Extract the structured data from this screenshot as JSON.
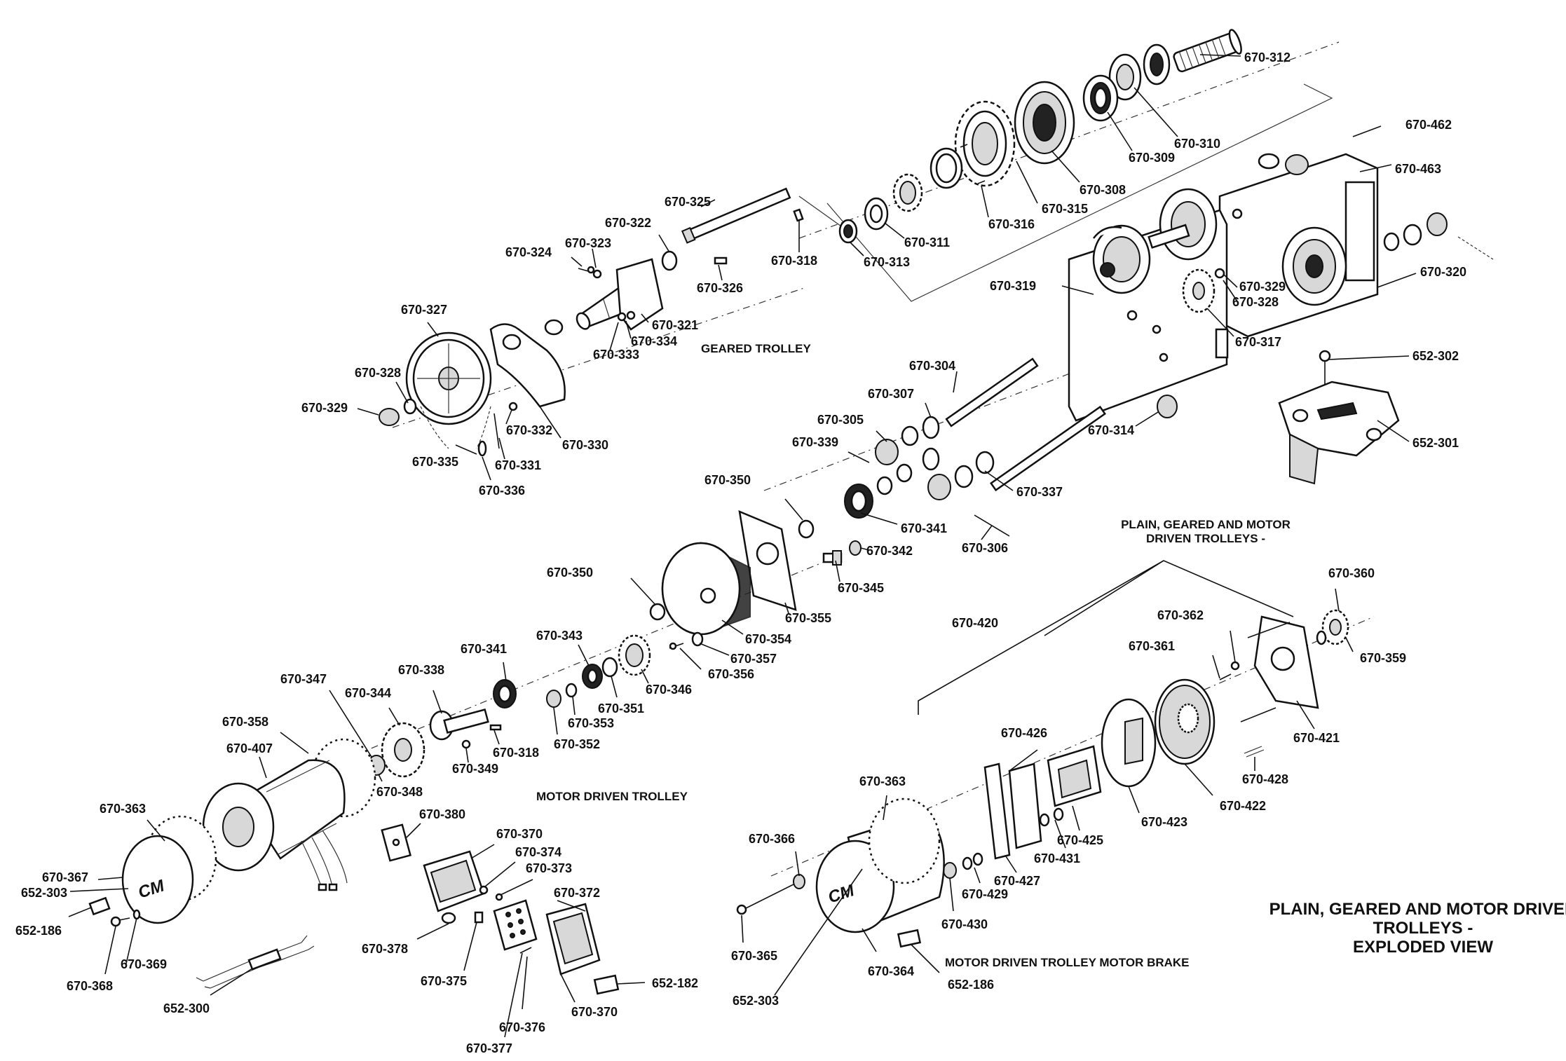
{
  "captions": {
    "geared_trolley": "GEARED TROLLEY",
    "motor_driven_trolley": "MOTOR DRIVEN TROLLEY",
    "motor_brake": "MOTOR DRIVEN TROLLEY  MOTOR BRAKE",
    "plain_geared_motor_l1": "PLAIN, GEARED AND MOTOR",
    "plain_geared_motor_l2": "DRIVEN TROLLEYS -",
    "title_l1": "PLAIN, GEARED AND MOTOR DRIVEN",
    "title_l2": "TROLLEYS -",
    "title_l3": "EXPLODED VIEW",
    "logo": "CM"
  },
  "labels": [
    "670-312",
    "670-462",
    "670-310",
    "670-463",
    "670-309",
    "670-308",
    "670-315",
    "670-316",
    "670-311",
    "670-313",
    "670-318",
    "670-325",
    "670-322",
    "670-323",
    "670-324",
    "670-326",
    "670-321",
    "670-334",
    "670-333",
    "670-327",
    "670-328",
    "670-329",
    "670-332",
    "670-331",
    "670-330",
    "670-335",
    "670-336",
    "670-319",
    "670-329",
    "670-328",
    "670-320",
    "670-317",
    "652-302",
    "652-301",
    "670-304",
    "670-307",
    "670-305",
    "670-339",
    "670-314",
    "670-337",
    "670-341",
    "670-306",
    "670-350",
    "670-342",
    "670-345",
    "670-350",
    "670-355",
    "670-354",
    "670-357",
    "670-356",
    "670-343",
    "670-346",
    "670-341",
    "670-351",
    "670-338",
    "670-353",
    "670-318",
    "670-352",
    "670-347",
    "670-344",
    "670-349",
    "670-358",
    "670-348",
    "670-407",
    "670-363",
    "670-380",
    "670-370",
    "670-374",
    "670-373",
    "670-367",
    "652-303",
    "670-372",
    "652-186",
    "670-369",
    "670-368",
    "670-378",
    "670-375",
    "652-182",
    "652-300",
    "670-376",
    "670-370",
    "670-377",
    "670-420",
    "670-360",
    "670-362",
    "670-361",
    "670-359",
    "670-421",
    "670-428",
    "670-426",
    "670-363",
    "670-422",
    "670-423",
    "670-425",
    "670-366",
    "670-431",
    "670-427",
    "670-429",
    "670-430",
    "670-365",
    "670-364",
    "652-303",
    "652-186"
  ]
}
